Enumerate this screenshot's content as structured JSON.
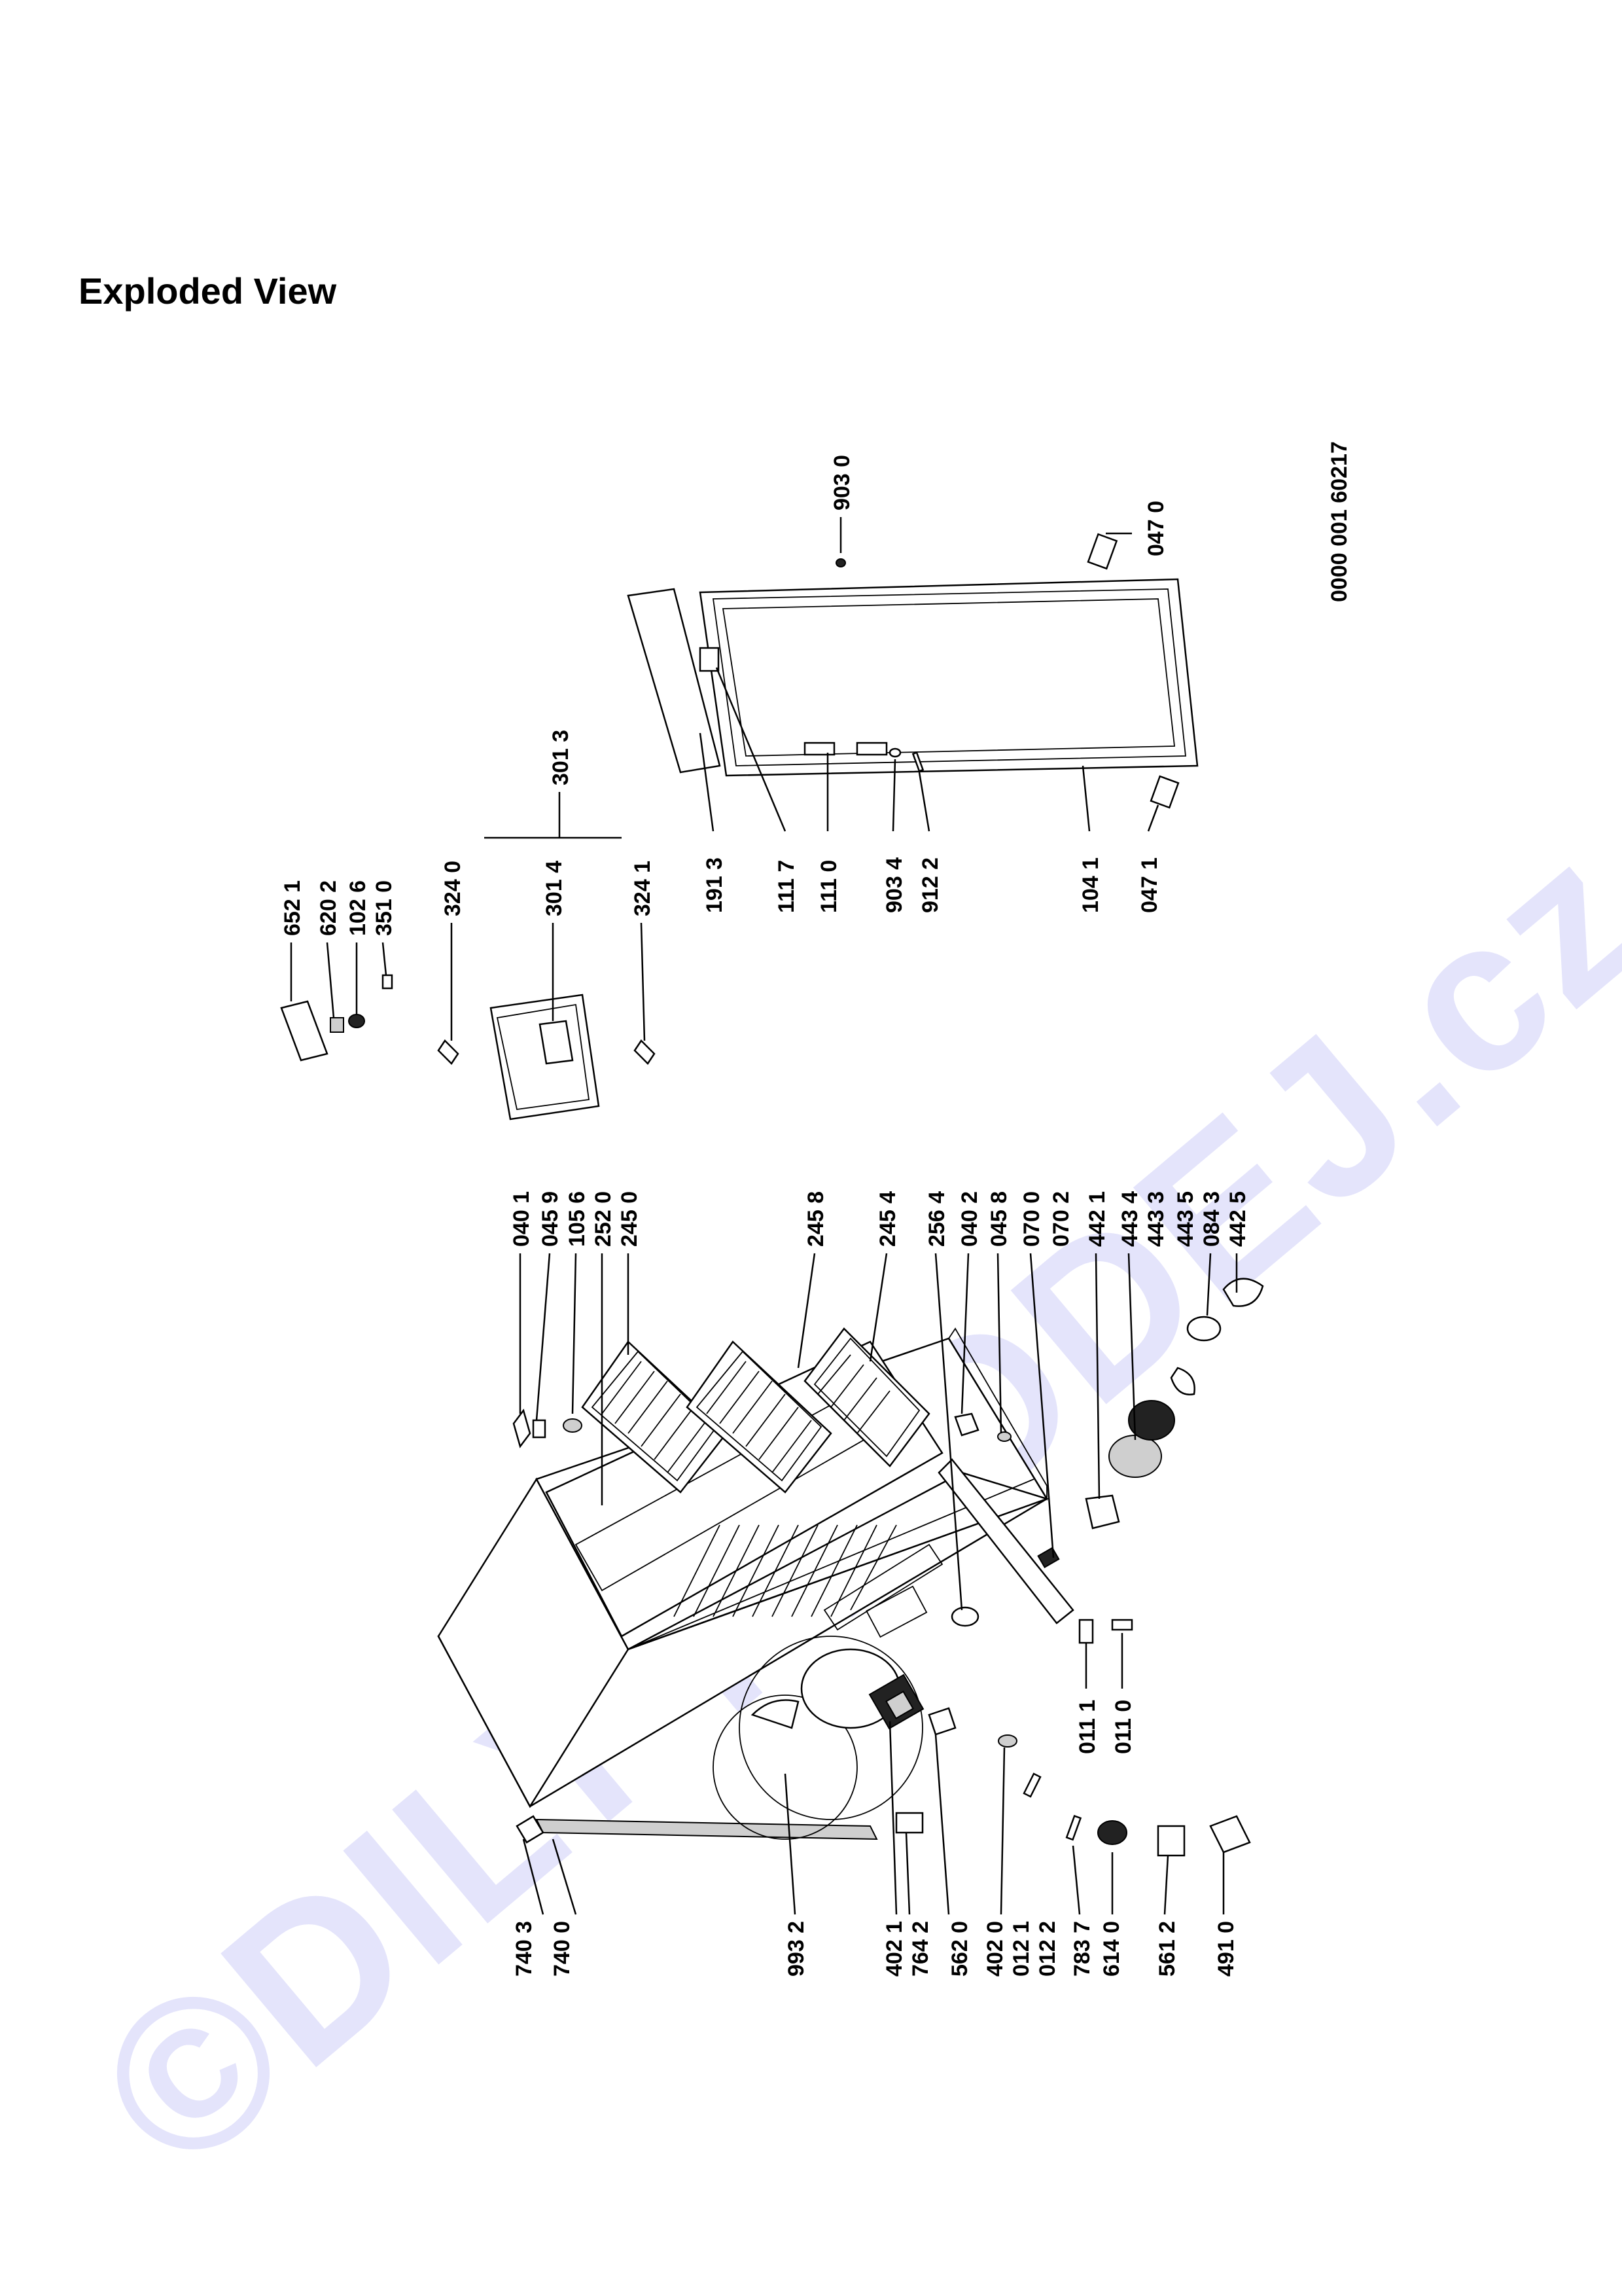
{
  "title": "Exploded View",
  "watermark": "©DILY-PRODEJ.cz",
  "drawing_number": "0000 001 60217",
  "parts": {
    "p7403": "740 3",
    "p7400": "740 0",
    "p9932": "993 2",
    "p4021": "402 1",
    "p7642": "764 2",
    "p5620": "562 0",
    "p4020": "402 0",
    "p0121": "012 1",
    "p0122": "012 2",
    "p7837": "783 7",
    "p6140": "614 0",
    "p5612": "561 2",
    "p4910": "491 0",
    "p0111": "011 1",
    "p0110": "011 0",
    "p0401": "040 1",
    "p0459": "045 9",
    "p1056": "105 6",
    "p2520": "252 0",
    "p2450": "245 0",
    "p2458": "245 8",
    "p2454": "245 4",
    "p2564": "256 4",
    "p0402": "040 2",
    "p0458": "045 8",
    "p0700": "070 0",
    "p0702": "070 2",
    "p4421": "442 1",
    "p4434": "443 4",
    "p4433": "443 3",
    "p4435": "443 5",
    "p0843": "084 3",
    "p4425": "442 5",
    "p6521": "652 1",
    "p6202": "620 2",
    "p1026": "102 6",
    "p3510": "351 0",
    "p3240": "324 0",
    "p3014": "301 4",
    "p3241": "324 1",
    "p3013": "301 3",
    "p1913": "191 3",
    "p1117": "111 7",
    "p1110": "111 0",
    "p9034": "903 4",
    "p9122": "912 2",
    "p1041": "104 1",
    "p0471": "047 1",
    "p9030": "903 0",
    "p0470": "047 0"
  }
}
